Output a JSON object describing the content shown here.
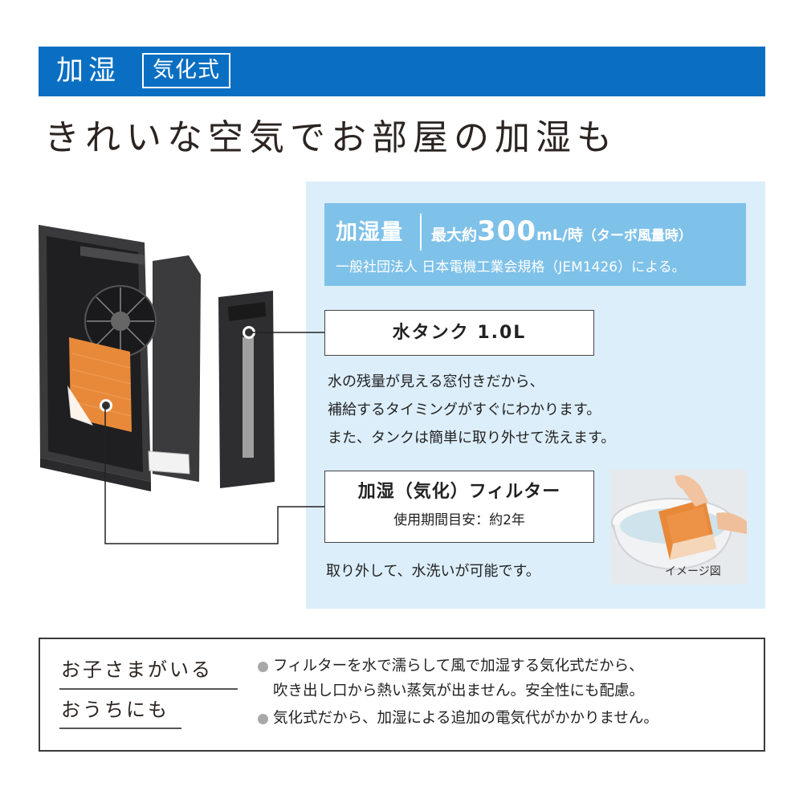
{
  "header": {
    "title": "加湿",
    "badge": "気化式"
  },
  "main_title": "きれいな空気でお部屋の加湿も",
  "spec": {
    "label": "加湿量",
    "prefix": "最大約",
    "number": "300",
    "unit": "mL/時",
    "note": "（ターボ風量時）",
    "standard": "一般社団法人 日本電機工業会規格（JEM1426）による。"
  },
  "tank": {
    "label": "水タンク 1.0L",
    "desc": [
      "水の残量が見える窓付きだから、",
      "補給するタイミングがすぐにわかります。",
      "また、タンクは簡単に取り外せて洗えます。"
    ]
  },
  "filter": {
    "label": "加湿（気化）フィルター",
    "sub": "使用期間目安：約2年",
    "desc": "取り外して、水洗いが可能です。",
    "image_caption": "イメージ図"
  },
  "kids": {
    "line1": "お子さまがいる",
    "line2": "おうちにも",
    "bullets": [
      {
        "line1": "フィルターを水で濡らして風で加湿する気化式だから、",
        "line2": "吹き出し口から熱い蒸気が出ません。安全性にも配慮。"
      },
      {
        "line1": "気化式だから、加湿による追加の電気代がかかりません。"
      }
    ]
  },
  "colors": {
    "header_blue": "#0a6fc2",
    "panel_light_blue": "#dceefa",
    "spec_blue": "#7ec1e9",
    "filter_orange": "#e8893a",
    "device_dark": "#3a3a3c",
    "bullet_gray": "#a8a8a8"
  }
}
